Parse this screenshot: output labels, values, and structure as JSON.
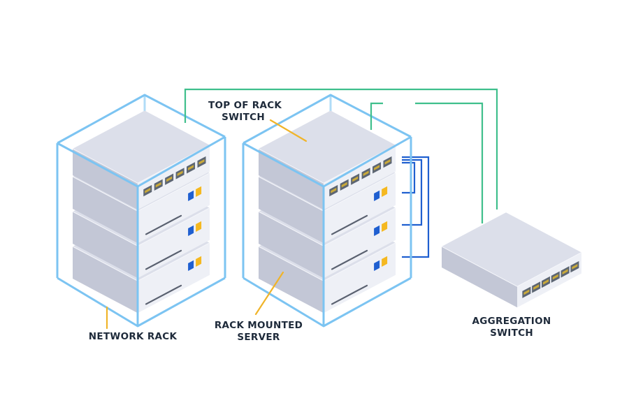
{
  "labels": {
    "top_of_rack_switch": [
      "TOP OF RACK",
      "SWITCH"
    ],
    "network_rack": "NETWORK RACK",
    "rack_mounted_server": [
      "RACK MOUNTED",
      "SERVER"
    ],
    "aggregation_switch": [
      "AGGREGATION",
      "SWITCH"
    ]
  },
  "colors": {
    "rack_outline": "#7cc4f2",
    "uplink": "#3fbf8c",
    "server_link": "#1f5fd0",
    "callout": "#f0b429",
    "device_top": "#dcdfea",
    "device_front": "#eef0f6",
    "device_side": "#c3c7d6",
    "port": "#5d6673",
    "led_blue": "#1f5fd0",
    "led_yellow": "#f5b820",
    "text": "#1e2a3a"
  },
  "icons": [
    "server-unit",
    "switch-port",
    "status-led"
  ]
}
